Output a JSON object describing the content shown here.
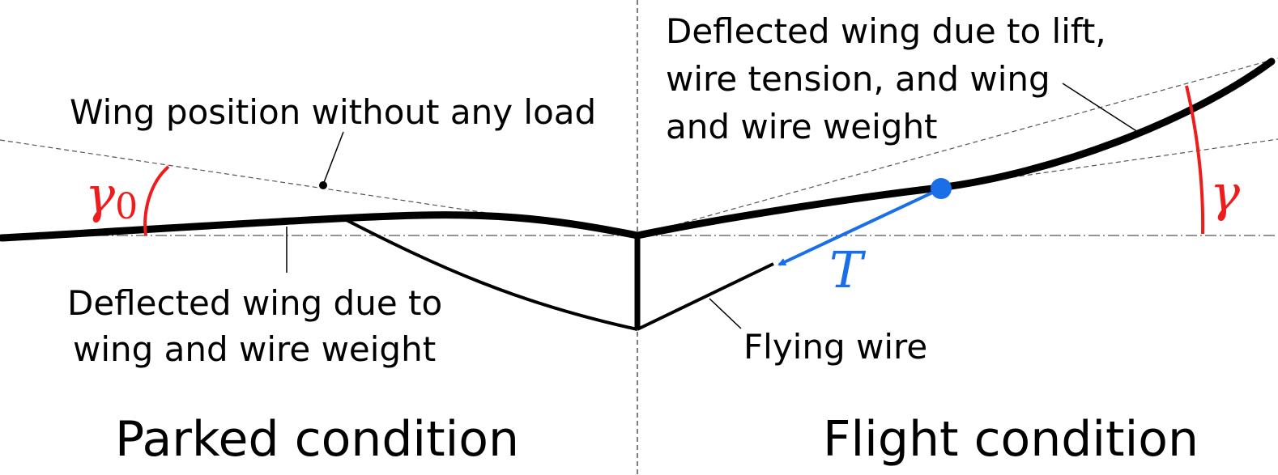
{
  "labels": {
    "wing_no_load": "Wing position without any load",
    "deflected_parked_line1": "Deflected wing due to",
    "deflected_parked_line2": "wing and wire weight",
    "deflected_flight_line1": "Deflected wing due to lift,",
    "deflected_flight_line2": "wire tension, and wing",
    "deflected_flight_line3": "and wire weight",
    "flying_wire": "Flying wire",
    "parked_condition": "Parked condition",
    "flight_condition": "Flight condition"
  },
  "symbols": {
    "gamma_zero_base": "γ",
    "gamma_zero_sub": "0",
    "gamma": "γ",
    "tension": "T"
  },
  "colors": {
    "wing": "#000000",
    "angle": "#ee1c1c",
    "tension": "#1a6fe8",
    "guide_line": "#555555"
  }
}
